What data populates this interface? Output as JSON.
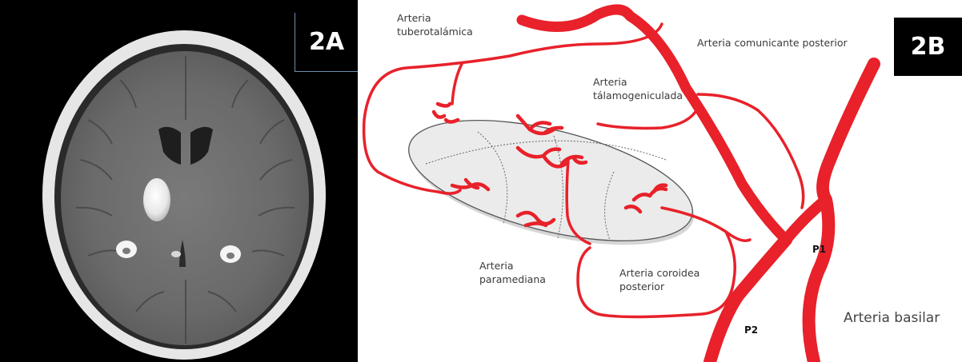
{
  "panels": {
    "a": {
      "label": "2A"
    },
    "b": {
      "label": "2B"
    }
  },
  "labels": {
    "tuberotalamica": [
      "Arteria",
      "tuberotalámica"
    ],
    "comunicante": "Arteria comunicante posterior",
    "talamogeniculada": [
      "Arteria",
      "tálamogeniculada"
    ],
    "paramediana": [
      "Arteria",
      "paramediana"
    ],
    "coroidea": [
      "Arteria coroidea",
      "posterior"
    ],
    "p1": "P1",
    "p2": "P2",
    "basilar": "Arteria basilar"
  },
  "colors": {
    "artery": "#e8212a",
    "thalamus_fill": "#ebebeb",
    "ct_background": "#000000"
  }
}
